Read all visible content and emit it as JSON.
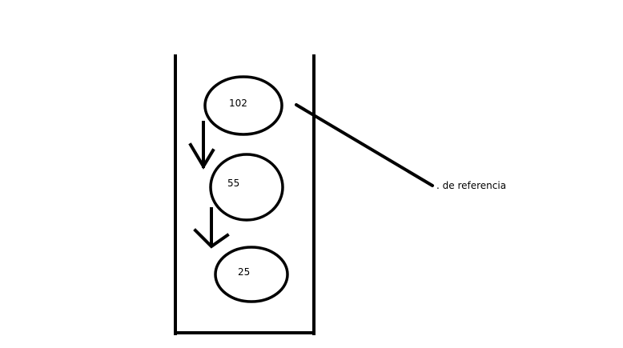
{
  "diagram": {
    "nodes": [
      {
        "value": "102"
      },
      {
        "value": "55"
      },
      {
        "value": "25"
      }
    ],
    "annotation": ". de referencia",
    "colors": {
      "stroke": "#000000",
      "background": "#ffffff"
    }
  }
}
